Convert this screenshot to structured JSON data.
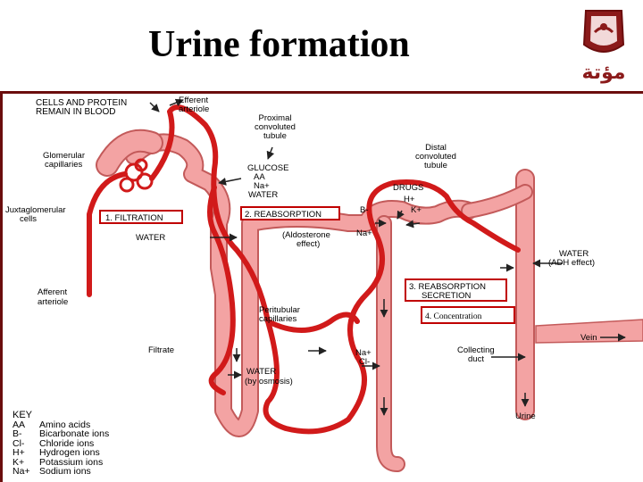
{
  "slide": {
    "title": "Urine formation",
    "logo_text": "مؤتة"
  },
  "labels": {
    "cells_protein": [
      "CELLS AND PROTEIN",
      "REMAIN IN BLOOD"
    ],
    "efferent": [
      "Efferent",
      "arteriole"
    ],
    "proximal": [
      "Proximal",
      "convoluted",
      "tubule"
    ],
    "glomerular": [
      "Glomerular",
      "capillaries"
    ],
    "juxta": [
      "Juxtaglomerular",
      "cells"
    ],
    "glucose": "GLUCOSE",
    "aa": "AA",
    "na_plus": "Na+",
    "water": "WATER",
    "distal": [
      "Distal",
      "convoluted",
      "tubule"
    ],
    "drugs": "DRUGS",
    "h_plus": "H+",
    "k_plus": "K+",
    "b_minus": "B-",
    "step1": "1. FILTRATION",
    "step2": "2. REABSORPTION",
    "step3": [
      "3. REABSORPTION",
      "SECRETION"
    ],
    "step4": "4. Concentration",
    "water_mid": "WATER",
    "aldosterone": [
      "(Aldosterone",
      "effect)"
    ],
    "na_plus_right": "Na+",
    "water_adh": [
      "WATER",
      "(ADH effect)"
    ],
    "afferent": [
      "Afferent",
      "arteriole"
    ],
    "peritubular": [
      "Peritubular",
      "capillaries"
    ],
    "vein": "Vein",
    "filtrate": "Filtrate",
    "na_cl": [
      "Na+",
      "Cl-"
    ],
    "collecting": [
      "Collecting",
      "duct"
    ],
    "water_osmosis": [
      "WATER",
      "(by osmosis)"
    ],
    "urine": "Urine"
  },
  "key": {
    "title": "KEY",
    "items": [
      {
        "abbr": "AA",
        "meaning": "Amino acids"
      },
      {
        "abbr": "B-",
        "meaning": "Bicarbonate ions"
      },
      {
        "abbr": "Cl-",
        "meaning": "Chloride ions"
      },
      {
        "abbr": "H+",
        "meaning": "Hydrogen ions"
      },
      {
        "abbr": "K+",
        "meaning": "Potassium ions"
      },
      {
        "abbr": "Na+",
        "meaning": "Sodium ions"
      }
    ]
  },
  "colors": {
    "vessel": "#d11a1a",
    "tubule": "#f3a3a3",
    "tubule_edge": "#c35a5a",
    "arrow": "#222222",
    "rule": "#6b0d0d",
    "box": "#c00000"
  }
}
